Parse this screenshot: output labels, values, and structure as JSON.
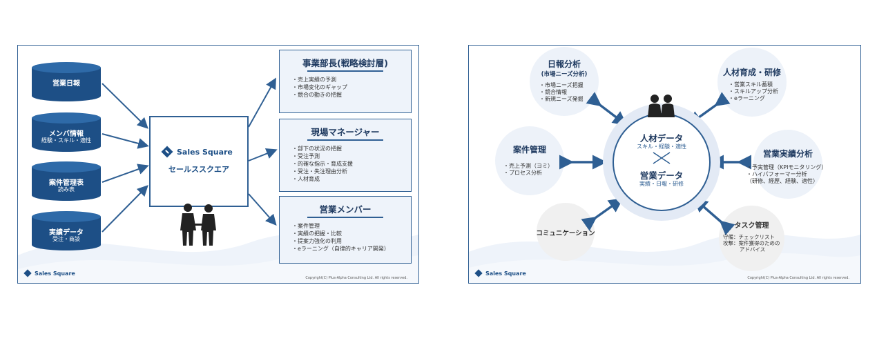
{
  "left_slide": {
    "sources": [
      {
        "title": "営業日報",
        "sub": ""
      },
      {
        "title": "メンバ情報",
        "sub": "経験・スキル・適性"
      },
      {
        "title": "案件管理表",
        "sub": "読み表"
      },
      {
        "title": "実績データ",
        "sub": "受注・商談"
      }
    ],
    "center": {
      "logo_text": "Sales Square",
      "kana": "セールススクエア"
    },
    "outputs": [
      {
        "title": "事業部長(戦略検討層)",
        "items": [
          "売上実績の予測",
          "市場変化のギャップ",
          "競合の動きの把握"
        ]
      },
      {
        "title": "現場マネージャー",
        "items": [
          "部下の状況の把握",
          "受注予測",
          "的確な指示・育成支援",
          "受注・失注理由分析",
          "人材育成"
        ]
      },
      {
        "title": "営業メンバー",
        "items": [
          "案件管理",
          "実績の把握・比較",
          "提案力強化の利用",
          "eラーニング（自律的キャリア開発）"
        ]
      }
    ],
    "footer_logo": "Sales Square",
    "copyright": "Copyright(C) Plus-Alpha Consulting Ltd. All rights reserved."
  },
  "right_slide": {
    "center": {
      "title1": "人材データ",
      "sub1": "スキル・経験・適性",
      "title2": "営業データ",
      "sub2": "実績・日報・研修"
    },
    "nodes": [
      {
        "id": "nippo",
        "title": "日報分析",
        "subtitle": "(市場ニーズ分析)",
        "items": [
          "・市場ニーズ把握",
          "・競合情報",
          "・新規ニーズ発掘"
        ]
      },
      {
        "id": "jinzai",
        "title": "人材育成・研修",
        "subtitle": "",
        "items": [
          "・営業スキル蓄積",
          "・スキルアップ分析",
          "・eラーニング"
        ]
      },
      {
        "id": "anken",
        "title": "案件管理",
        "subtitle": "",
        "items": [
          "・売上予測（ヨミ）",
          "・プロセス分析"
        ]
      },
      {
        "id": "jisseki",
        "title": "営業実績分析",
        "subtitle": "",
        "items": [
          "・予実管理（KPIモニタリング）",
          "・ハイパフォーマー分析",
          "（研修、経歴、経験、適性）"
        ]
      },
      {
        "id": "comm",
        "title": "コミュニケーション",
        "subtitle": "",
        "items": []
      },
      {
        "id": "task",
        "title": "タスク管理",
        "subtitle": "",
        "items": [
          "守備：チェックリスト",
          "攻撃：案件獲得のための",
          "アドバイス"
        ]
      }
    ],
    "footer_logo": "Sales Square",
    "copyright": "Copyright(C) Plus-Alpha Consulting Ltd. All rights reserved."
  },
  "colors": {
    "primary": "#2f5f93",
    "cylinder": "#1d4f86",
    "light": "#edf2f9"
  }
}
